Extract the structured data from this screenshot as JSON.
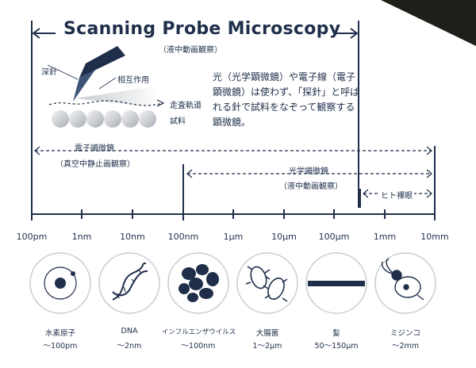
{
  "title": "Scanning Probe Microscopy",
  "subtitle": "（液中動画観察）",
  "description": "光（光学顕微鏡）や電子線（電子顕微鏡）は使わず、「探針」と呼ばれる針で試料をなぞって観察する顕微鏡。",
  "probe_labels": {
    "probe": "深針",
    "interaction": "相互作用",
    "trajectory": "走査軌道",
    "sample": "試料"
  },
  "ranges": {
    "electron": {
      "name": "電子顕微鏡",
      "note": "（真空中静止画観察）"
    },
    "optical": {
      "name": "光学顕微鏡",
      "note": "（液中動画観察）"
    },
    "eye": {
      "name": "ヒト裸眼"
    }
  },
  "scale_labels": [
    "100pm",
    "1nm",
    "10nm",
    "100nm",
    "1μm",
    "10μm",
    "100μm",
    "1mm",
    "10mm"
  ],
  "items": [
    {
      "name": "水素原子",
      "range": "〜100pm",
      "icon": "atom-icon"
    },
    {
      "name": "DNA",
      "range": "〜2nm",
      "icon": "dna-icon"
    },
    {
      "name": "インフルエンザウイルス",
      "range": "〜100nm",
      "icon": "virus-icon"
    },
    {
      "name": "大腸菌",
      "range": "1〜2μm",
      "icon": "bacteria-icon"
    },
    {
      "name": "髪",
      "range": "50〜150μm",
      "icon": "hair-icon"
    },
    {
      "name": "ミジンコ",
      "range": "〜2mm",
      "icon": "daphnia-icon"
    }
  ],
  "colors": {
    "navy": "#1f2f4a",
    "gray_circle": "#c8cbd0",
    "corner": "#1c2018"
  }
}
